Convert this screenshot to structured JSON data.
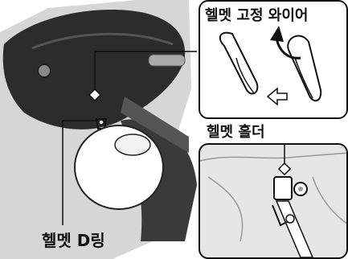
{
  "labels": {
    "wire_label": "헬멧 고정 와이어",
    "holder_label": "헬멧 홀더",
    "d_ring_label": "헬멧 D링"
  },
  "icons": [
    "arrow-icon",
    "helmet-icon",
    "wire-loop-icon",
    "bolt-icon"
  ]
}
